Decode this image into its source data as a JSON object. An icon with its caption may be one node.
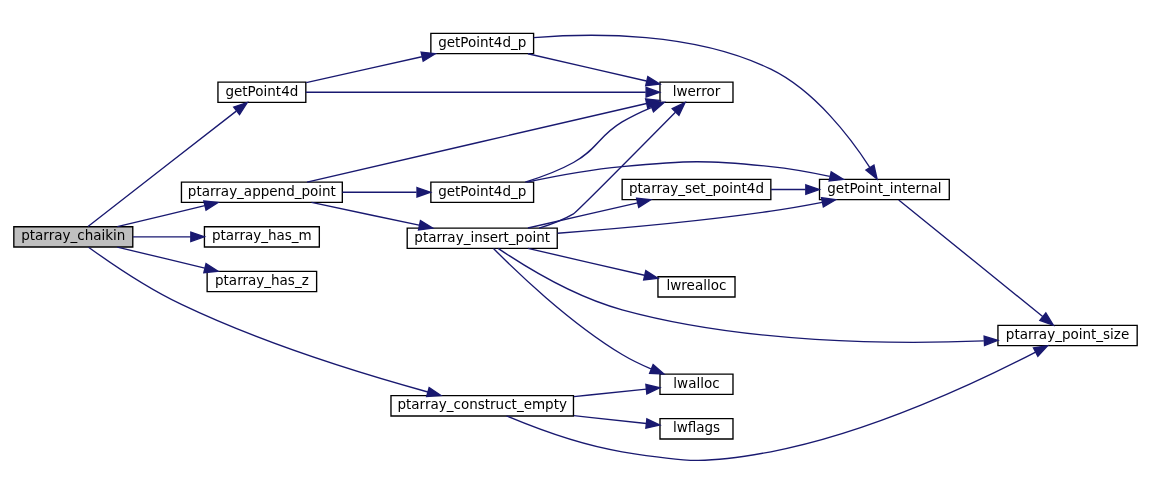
{
  "diagram": {
    "nodes": [
      {
        "text": [
          "ptarray_chaikin"
        ]
      },
      {
        "text": [
          "getPoint4d"
        ]
      },
      {
        "text": [
          "ptarray_append_point"
        ]
      },
      {
        "text": [
          "ptarray_has_m"
        ]
      },
      {
        "text": [
          "ptarray_has_z"
        ]
      },
      {
        "text": [
          "ptarray_construct_empty"
        ]
      },
      {
        "text": [
          "getPoint4d_p"
        ]
      },
      {
        "text": [
          "getPoint4d_p"
        ]
      },
      {
        "text": [
          "ptarray_insert_point"
        ]
      },
      {
        "text": [
          "lwerror"
        ]
      },
      {
        "text": [
          "ptarray_set_point4d"
        ]
      },
      {
        "text": [
          "getPoint_internal"
        ]
      },
      {
        "text": [
          "lwrealloc"
        ]
      },
      {
        "text": [
          "lwalloc"
        ]
      },
      {
        "text": [
          "lwflags"
        ]
      },
      {
        "text": [
          "ptarray_point_size"
        ]
      }
    ],
    "edges": [
      {
        "from": 0,
        "to": 1,
        "arrow": "to"
      },
      {
        "from": 0,
        "to": 2,
        "arrow": "to"
      },
      {
        "from": 0,
        "to": 3,
        "arrow": "to"
      },
      {
        "from": 0,
        "to": 4,
        "arrow": "to"
      },
      {
        "from": 0,
        "to": 5,
        "arrow": "to"
      },
      {
        "from": 1,
        "to": 6,
        "arrow": "to"
      },
      {
        "from": 1,
        "to": 9,
        "arrow": "to"
      },
      {
        "from": 6,
        "to": 9,
        "arrow": "to"
      },
      {
        "from": 6,
        "to": 11,
        "arrow": "to"
      },
      {
        "from": 2,
        "to": 9,
        "arrow": "to"
      },
      {
        "from": 2,
        "to": 7,
        "arrow": "to"
      },
      {
        "from": 2,
        "to": 8,
        "arrow": "to"
      },
      {
        "from": 7,
        "to": 9,
        "arrow": "to"
      },
      {
        "from": 7,
        "to": 11,
        "arrow": "to"
      },
      {
        "from": 8,
        "to": 9,
        "arrow": "to"
      },
      {
        "from": 8,
        "to": 10,
        "arrow": "to"
      },
      {
        "from": 8,
        "to": 11,
        "arrow": "to"
      },
      {
        "from": 8,
        "to": 12,
        "arrow": "to"
      },
      {
        "from": 8,
        "to": 15,
        "arrow": "to"
      },
      {
        "from": 8,
        "to": 13,
        "arrow": "to"
      },
      {
        "from": 10,
        "to": 11,
        "arrow": "to"
      },
      {
        "from": 11,
        "to": 15,
        "arrow": "to"
      },
      {
        "from": 5,
        "to": 13,
        "arrow": "to"
      },
      {
        "from": 5,
        "to": 15,
        "arrow": "to"
      },
      {
        "from": 5,
        "to": 14,
        "arrow": "to"
      }
    ]
  }
}
